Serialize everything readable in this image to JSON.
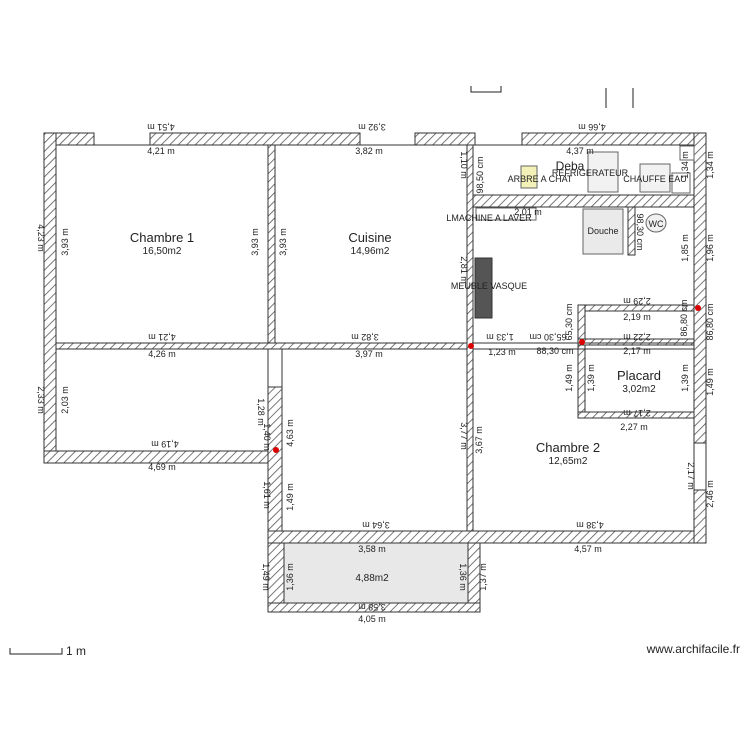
{
  "rooms": {
    "chambre1": {
      "name": "Chambre 1",
      "area": "16,50m2"
    },
    "cuisine": {
      "name": "Cuisine",
      "area": "14,96m2"
    },
    "debarras": {
      "name": "Deba"
    },
    "chambre2": {
      "name": "Chambre 2",
      "area": "12,65m2"
    },
    "placard": {
      "name": "Placard",
      "area": "3,02m2"
    },
    "balcon": {
      "area": "4,88m2"
    }
  },
  "fixtures": {
    "refrigerateur": "REFRIGERATEUR",
    "chauffe_eau": "CHAUFFE EAU",
    "arbre_a_chat": "ARBRE A CHAT",
    "machine_a_laver": "LMACHINE A LAVER",
    "douche": "Douche",
    "wc": "WC",
    "meuble_vasque": "MEUBLE VASQUE"
  },
  "dimensions": {
    "top_451": "4,51 m",
    "top_421": "4,21 m",
    "top_392": "3,92 m",
    "top_382": "3,82 m",
    "top_466": "4,66 m",
    "top_437": "4,37 m",
    "mid_421r": "4,21 m",
    "mid_426": "4,26 m",
    "mid_382r": "3,82 m",
    "mid_397": "3,97 m",
    "mid_133": "1,33 m",
    "mid_123": "1,23 m",
    "mid_6530": "65,30 cm",
    "mid_8830": "88,30 cm",
    "pl_229": "2,29 m",
    "pl_219": "2,19 m",
    "pl_222": "2,22 m",
    "pl_217": "2,17 m",
    "pl_217b": "2,17 m",
    "pl_227": "2,27 m",
    "pl_139": "1,39 m",
    "pl_139b": "1,39 m",
    "pl_149": "1,49 m",
    "l_423": "4,23 m",
    "l_393": "3,93 m",
    "r_393": "3,93 m",
    "c_393": "3,93 m",
    "l_233": "2,33 m",
    "l_203": "2,03 m",
    "b_419": "4,19 m",
    "b_469": "4,69 m",
    "c_128": "1,28 m",
    "c_140": "1,40 m",
    "c_161": "1,61 m",
    "c_149": "1,49 m",
    "c_463": "4,63 m",
    "c_364": "3,64 m",
    "c_358": "3,58 m",
    "c_377": "3,77 m",
    "c_367": "3,67 m",
    "b_438": "4,38 m",
    "b_457": "4,57 m",
    "r_134": "1,34 m",
    "r_196": "1,96 m",
    "r_185": "1,85 m",
    "r_9830": "98,30 cm",
    "r_6880": "86,80 cm",
    "r_149": "1,49 m",
    "r_217": "2,17 m",
    "r_246": "2,46 m",
    "d_110": "1,10 m",
    "d_9850": "98,50 cm",
    "d_201": "2,01 m",
    "d_281": "2,81 m",
    "bal_149": "1,49 m",
    "bal_136": "1,36 m",
    "bal_136r": "1,36 m",
    "bal_137": "1,37 m",
    "bal_358": "3,58 m",
    "bal_405": "4,05 m"
  },
  "scale_label": "1 m",
  "watermark": "www.archifacile.fr"
}
